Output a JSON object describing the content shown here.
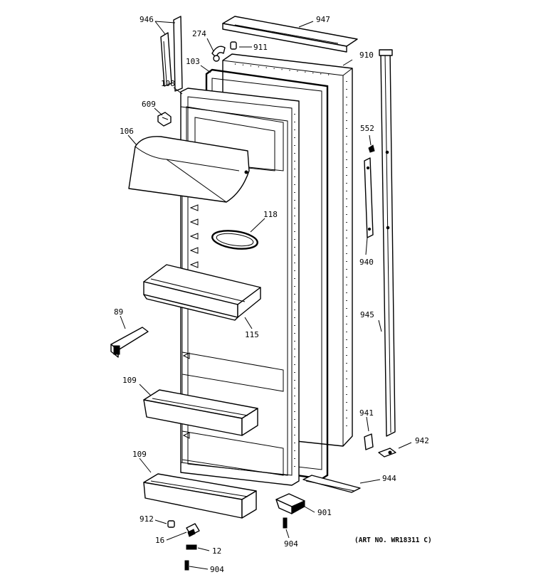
{
  "callouts": {
    "p946": "946",
    "p947": "947",
    "p274": "274",
    "p911": "911",
    "p103": "103",
    "p910": "910",
    "p108": "108",
    "p609": "609",
    "p106": "106",
    "p552": "552",
    "p118": "118",
    "p940": "940",
    "p89": "89",
    "p115": "115",
    "p945": "945",
    "p109a": "109",
    "p941": "941",
    "p942": "942",
    "p109b": "109",
    "p944": "944",
    "p912": "912",
    "p901": "901",
    "p16": "16",
    "p904a": "904",
    "p12": "12",
    "p904b": "904"
  },
  "art_number": "(ART NO. WR18311 C)"
}
